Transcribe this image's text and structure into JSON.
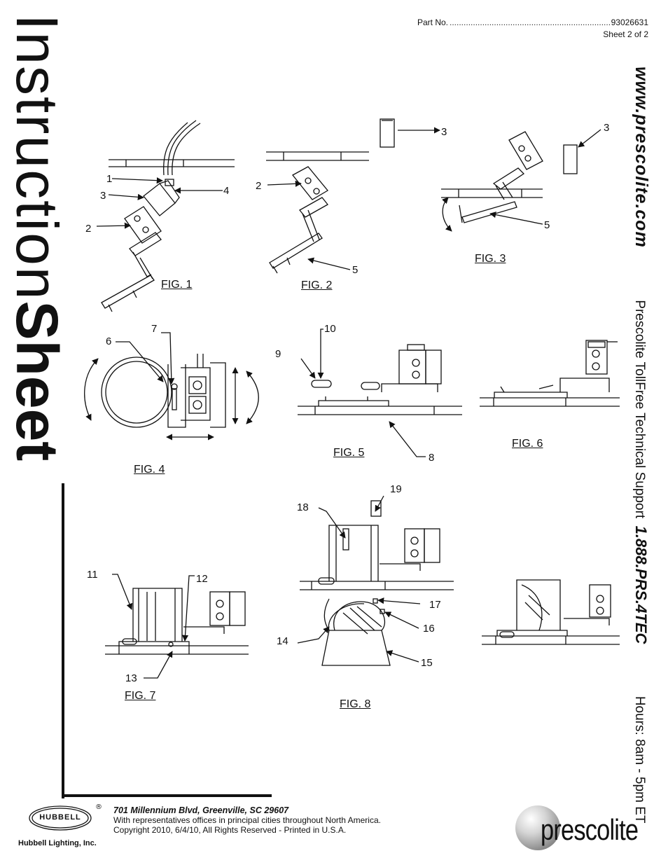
{
  "header": {
    "part_label": "Part No.",
    "part_number": "93026631",
    "sheet": "Sheet 2 of 2"
  },
  "title": {
    "thin": "Instruction",
    "bold": "Sheet"
  },
  "side": {
    "url": "www.prescolite.com",
    "support_label": "Prescolite TollFree Technical Support",
    "phone": "1.888.PRS.4TEC",
    "hours": "Hours: 8am - 5pm ET"
  },
  "figures": {
    "fig1": "FIG. 1",
    "fig2": "FIG. 2",
    "fig3": "FIG. 3",
    "fig4": "FIG. 4",
    "fig5": "FIG. 5",
    "fig6": "FIG. 6",
    "fig7": "FIG. 7",
    "fig8": "FIG. 8"
  },
  "callouts": {
    "c1": "1",
    "c2": "2",
    "c3": "3",
    "c4": "4",
    "c5": "5",
    "c6": "6",
    "c7": "7",
    "c8": "8",
    "c9": "9",
    "c10": "10",
    "c11": "11",
    "c12": "12",
    "c13": "13",
    "c14": "14",
    "c15": "15",
    "c16": "16",
    "c17": "17",
    "c18": "18",
    "c19": "19"
  },
  "footer": {
    "address": "701 Millennium Blvd, Greenville, SC 29607",
    "reps": "With representatives offices in principal cities throughout North America.",
    "copyright": "Copyright 2010, 6/4/10, All Rights Reserved - Printed in U.S.A.",
    "hubbell_logo": "HUBBELL",
    "hubbell_name": "Hubbell Lighting, Inc.",
    "reg_mark": "®",
    "prescolite_logo": "prescolite"
  }
}
